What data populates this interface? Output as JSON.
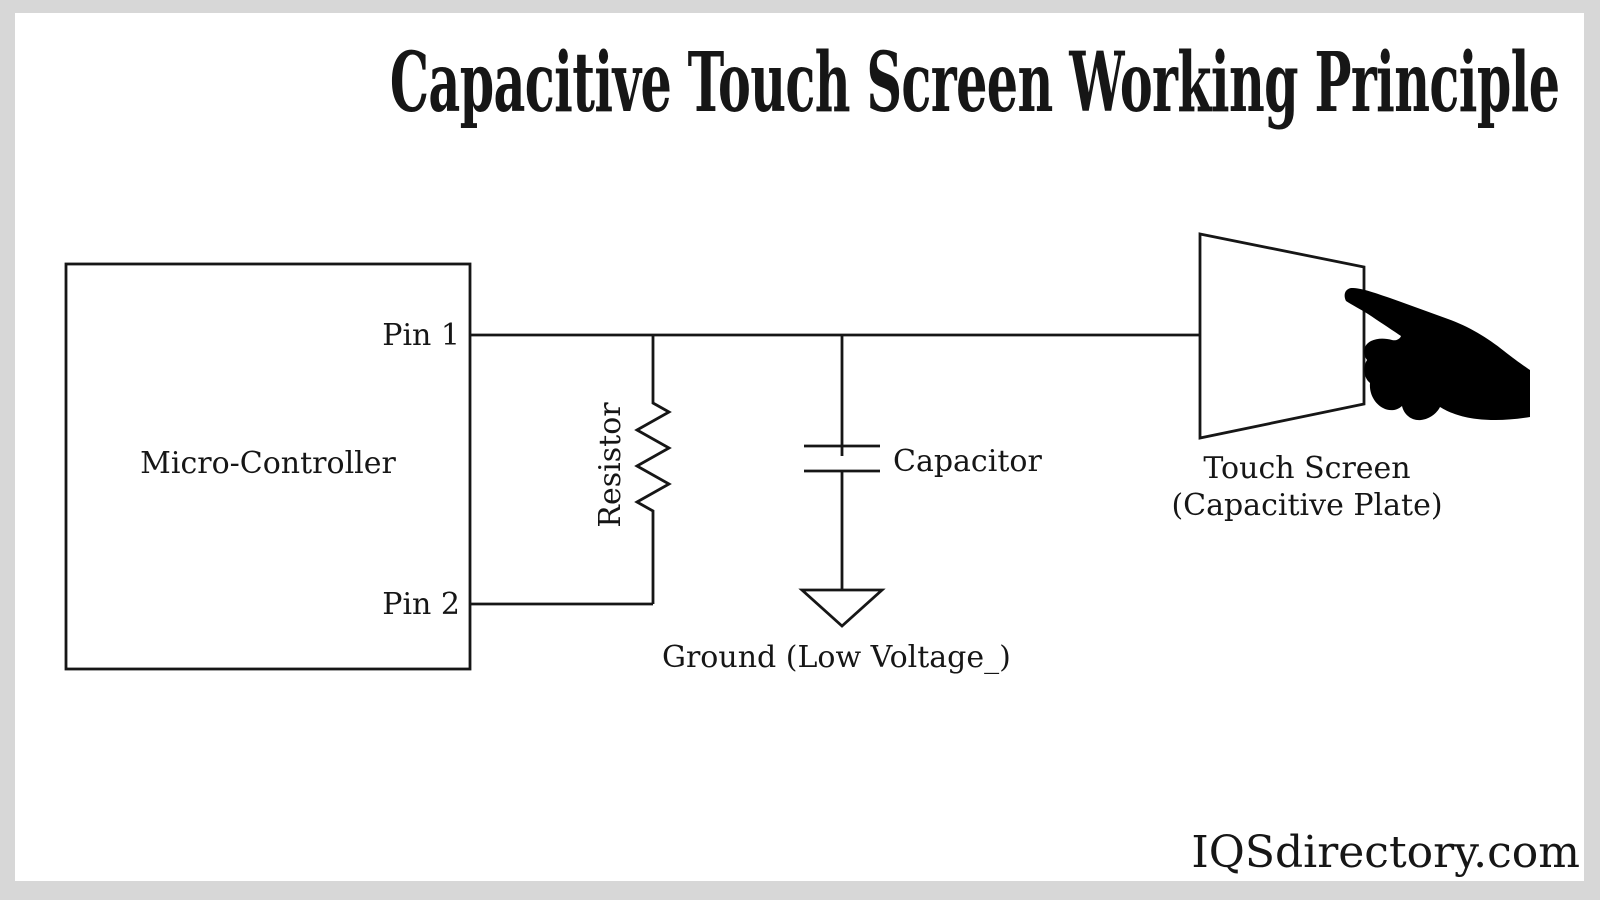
{
  "title": "Capacitive Touch Screen Working Principle",
  "diagram": {
    "microcontroller": {
      "label": "Micro-Controller",
      "pin1_label": "Pin 1",
      "pin2_label": "Pin 2"
    },
    "resistor": {
      "label": "Resistor"
    },
    "capacitor": {
      "label": "Capacitor"
    },
    "ground": {
      "label": "Ground (Low Voltage_)"
    },
    "touchscreen": {
      "label_line1": "Touch Screen",
      "label_line2": "(Capacitive Plate)"
    },
    "icons": {
      "hand": "pointing-hand-icon"
    }
  },
  "watermark": "IQSdirectory.com",
  "colors": {
    "frame_background": "#d7d7d7",
    "canvas_background": "#ffffff",
    "line": "#161616",
    "hand_fill": "#000000"
  }
}
